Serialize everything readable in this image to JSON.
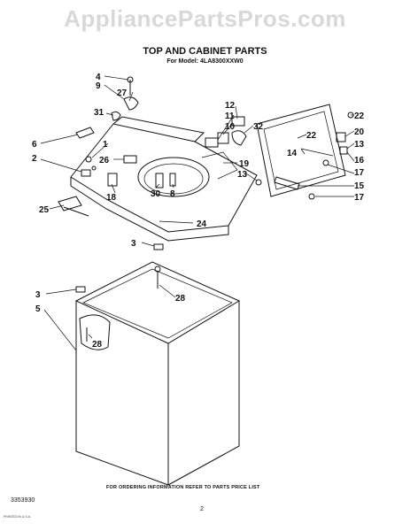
{
  "watermark": "AppliancePartsPros.com",
  "title": "TOP AND CABINET PARTS",
  "model_line": "For Model: 4LA8300XXW0",
  "footer": "FOR ORDERING INFORMATION REFER TO PARTS PRICE LIST",
  "doc_number": "3353930",
  "page_number": "2",
  "fine_print_left": "PRINTED IN U.S.A.",
  "fine_print_right": "",
  "callouts": {
    "c4": "4",
    "c9": "9",
    "c27": "27",
    "c31": "31",
    "c1": "1",
    "c6": "6",
    "c2": "2",
    "c26": "26",
    "c18": "18",
    "c30": "30",
    "c8": "8",
    "c25": "25",
    "c24": "24",
    "c12": "12",
    "c11": "11",
    "c10": "10",
    "c32": "32",
    "c19": "19",
    "c13a": "13",
    "c22a": "22",
    "c22b": "22",
    "c20": "20",
    "c13b": "13",
    "c14": "14",
    "c16": "16",
    "c17a": "17",
    "c15": "15",
    "c17b": "17",
    "c3a": "3",
    "c28a": "28",
    "c3b": "3",
    "c5": "5",
    "c28b": "28"
  },
  "colors": {
    "ink": "#111111",
    "watermark": "#d8d8d8",
    "background": "#ffffff"
  }
}
